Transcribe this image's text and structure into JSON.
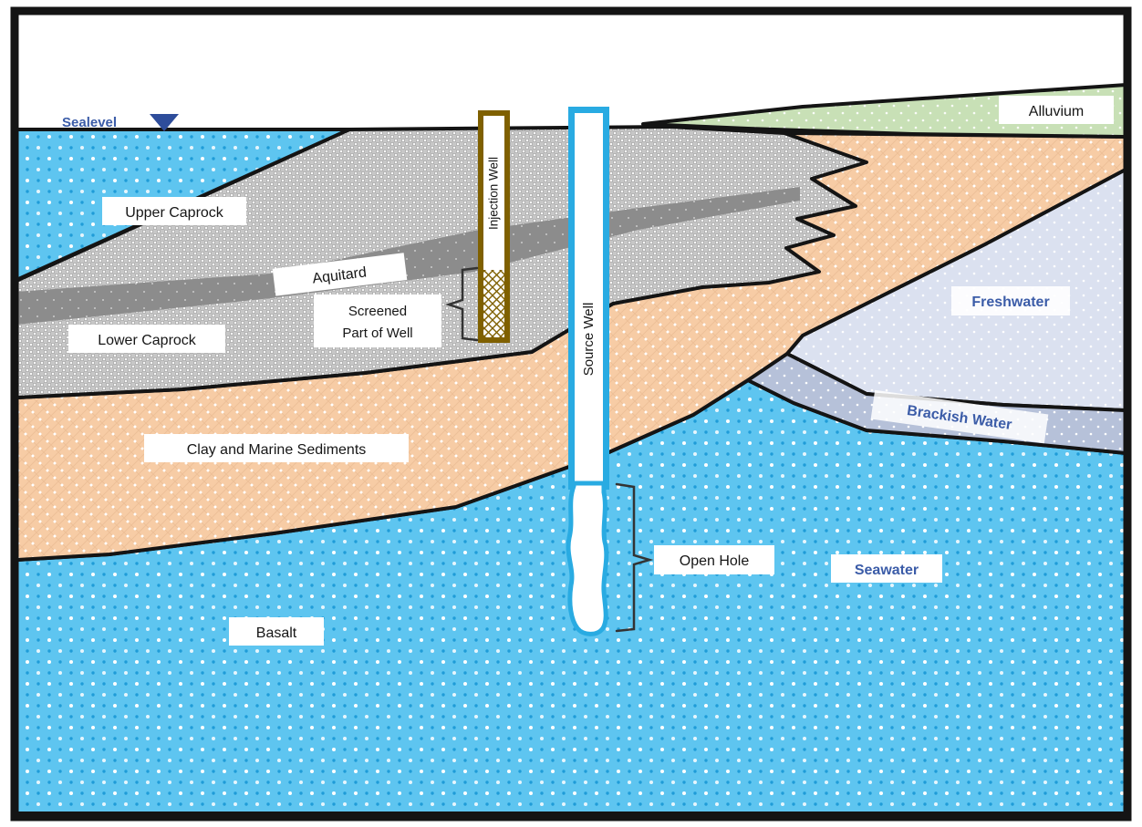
{
  "diagram": {
    "kind": "geological-cross-section",
    "labels": {
      "sealevel": "Sealevel",
      "upper_caprock": "Upper Caprock",
      "aquitard": "Aquitard",
      "lower_caprock": "Lower Caprock",
      "screened_line1": "Screened",
      "screened_line2": "Part of Well",
      "injection_well": "Injection Well",
      "source_well": "Source Well",
      "clay_and_marine_sediments": "Clay and Marine Sediments",
      "basalt": "Basalt",
      "open_hole": "Open Hole",
      "alluvium": "Alluvium",
      "freshwater": "Freshwater",
      "brackish_water": "Brackish Water",
      "seawater": "Seawater"
    },
    "colors": {
      "outline": "#141414",
      "seawater_base": "#5EC5F0",
      "seawater_dot_dark": "#1F9CD8",
      "caprock_gray": "#C7C7C7",
      "caprock_check": "#B2B2B2",
      "aquitard_gray": "#8C8C8C",
      "clay_tan": "#F7CCA5",
      "alluvium_green": "#C8E0B6",
      "freshwater_pale": "#DBE1F0",
      "brackish_gray_blue": "#B6C1D9",
      "injection_well_brown": "#7F6000",
      "source_well_blue": "#29ABE2",
      "water_label_blue": "#3B5CA8",
      "sealevel_marker_blue": "#2E4D9B"
    }
  }
}
